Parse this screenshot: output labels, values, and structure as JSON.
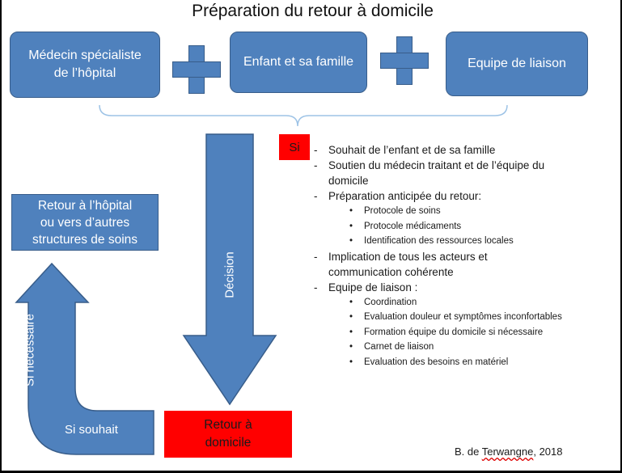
{
  "title": "Préparation du retour à domicile",
  "actors": {
    "medecin_line1": "Médecin spécialiste",
    "medecin_line2": "de l’hôpital",
    "enfant": "Enfant et sa famille",
    "equipe": "Equipe de liaison"
  },
  "si_badge": "Si",
  "decision_label": "Décision",
  "retour_domicile_line1": "Retour  à",
  "retour_domicile_line2": "domicile",
  "retour_hopital_line1": "Retour à  l’hôpital",
  "retour_hopital_line2": "ou vers d’autres",
  "retour_hopital_line3": "structures de soins",
  "si_necessaire_label": "Si nécessaire",
  "si_souhait_label": "Si souhait",
  "conditions": {
    "dash": "-",
    "bullet": "•",
    "c1": "Souhait de l’enfant et de sa famille",
    "c2_line1": "Soutien du médecin traitant et de l’équipe du",
    "c2_line2": "domicile",
    "c3": "Préparation anticipée du retour:",
    "c3_sub": [
      "Protocole de soins",
      "Protocole médicaments",
      "Identification des ressources locales"
    ],
    "c4_line1": "Implication de tous les acteurs et",
    "c4_line2": "communication cohérente",
    "c5": "Equipe de liaison :",
    "c5_sub": [
      "Coordination",
      "Evaluation douleur et symptômes inconfortables",
      "Formation équipe du domicile si nécessaire",
      "Carnet de liaison",
      "Evaluation des besoins en matériel"
    ]
  },
  "credit_prefix": "B. de ",
  "credit_name": "Terwangne",
  "credit_suffix": ", 2018",
  "colors": {
    "blue_fill": "#4f81bd",
    "blue_border": "#385d8a",
    "red": "#ff0000",
    "brace": "#9dc3e6"
  }
}
